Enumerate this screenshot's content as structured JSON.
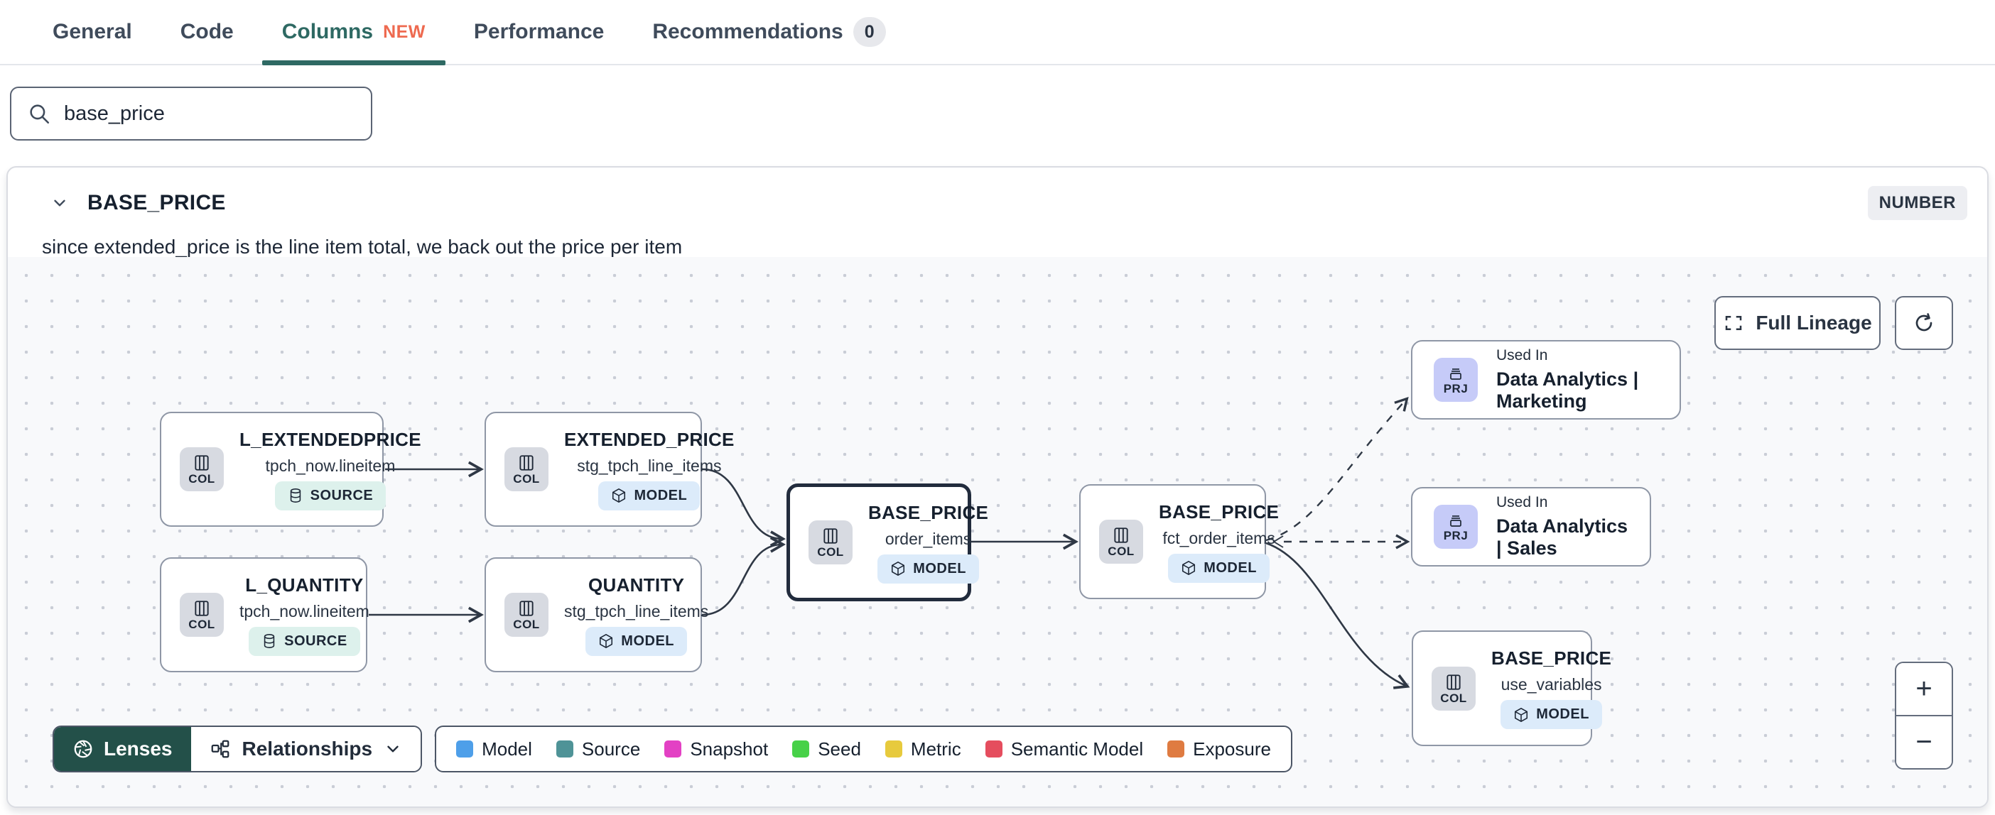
{
  "tabs": {
    "items": [
      {
        "label": "General"
      },
      {
        "label": "Code"
      },
      {
        "label": "Columns",
        "badge": "NEW"
      },
      {
        "label": "Performance"
      },
      {
        "label": "Recommendations",
        "count": "0"
      }
    ]
  },
  "search": {
    "value": "base_price"
  },
  "column": {
    "name": "BASE_PRICE",
    "data_type": "NUMBER",
    "description": "since extended_price is the line item total, we back out the price per item"
  },
  "lineage": {
    "nodes": [
      {
        "kind": "COL",
        "title": "L_EXTENDEDPRICE",
        "subtitle": "tpch_now.lineitem",
        "badge": "SOURCE"
      },
      {
        "kind": "COL",
        "title": "EXTENDED_PRICE",
        "subtitle": "stg_tpch_line_items",
        "badge": "MODEL"
      },
      {
        "kind": "COL",
        "title": "L_QUANTITY",
        "subtitle": "tpch_now.lineitem",
        "badge": "SOURCE"
      },
      {
        "kind": "COL",
        "title": "QUANTITY",
        "subtitle": "stg_tpch_line_items",
        "badge": "MODEL"
      },
      {
        "kind": "COL",
        "title": "BASE_PRICE",
        "subtitle": "order_items",
        "badge": "MODEL"
      },
      {
        "kind": "COL",
        "title": "BASE_PRICE",
        "subtitle": "fct_order_items",
        "badge": "MODEL"
      },
      {
        "kind": "PRJ",
        "eyebrow": "Used In",
        "title": "Data Analytics | Marketing"
      },
      {
        "kind": "PRJ",
        "eyebrow": "Used In",
        "title": "Data Analytics | Sales"
      },
      {
        "kind": "COL",
        "title": "BASE_PRICE",
        "subtitle": "use_variables",
        "badge": "MODEL"
      }
    ],
    "controls": {
      "full_lineage": "Full Lineage",
      "zoom_in": "+",
      "zoom_out": "−",
      "lenses": "Lenses",
      "relationships": "Relationships"
    },
    "legend": [
      {
        "label": "Model",
        "color": "#4e9fe9"
      },
      {
        "label": "Source",
        "color": "#4f9397"
      },
      {
        "label": "Snapshot",
        "color": "#e341c4"
      },
      {
        "label": "Seed",
        "color": "#47d148"
      },
      {
        "label": "Metric",
        "color": "#e7ca3d"
      },
      {
        "label": "Semantic Model",
        "color": "#e54d5e"
      },
      {
        "label": "Exposure",
        "color": "#df7b41"
      }
    ]
  }
}
